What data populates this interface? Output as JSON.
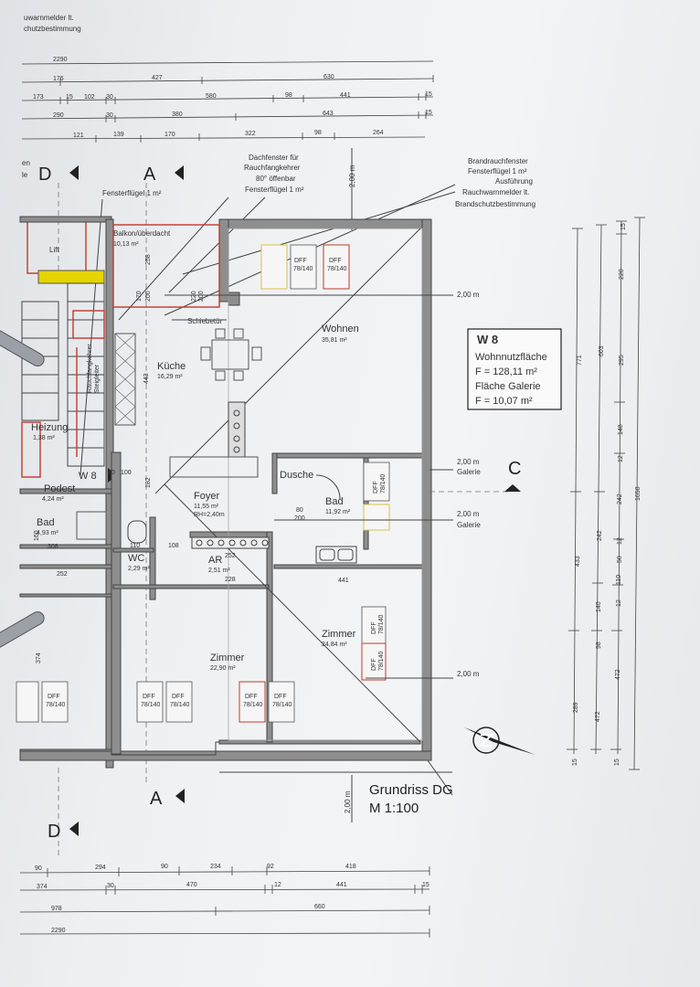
{
  "top_note": {
    "line1": "uwarnmelder lt.",
    "line2": "chutzbestimmung"
  },
  "top_dims": {
    "row1": [
      "2290"
    ],
    "row2": [
      "176",
      "427",
      "630"
    ],
    "row3": [
      "173",
      "15",
      "102",
      "30",
      "580",
      "98",
      "441",
      "15"
    ],
    "row4": [
      "290",
      "30",
      "380",
      "643",
      "15"
    ],
    "row5": [
      "121",
      "139",
      "170",
      "322",
      "98",
      "264"
    ]
  },
  "bottom_dims": {
    "row1": [
      "90",
      "294",
      "90",
      "234",
      "92",
      "418"
    ],
    "row2": [
      "374",
      "30",
      "470",
      "12",
      "441",
      "15"
    ],
    "row3": [
      "978",
      "660"
    ],
    "row4": [
      "2290"
    ]
  },
  "right_dims": {
    "col1": [
      "771",
      "433",
      "289",
      "15"
    ],
    "col2": [
      "603",
      "242",
      "140",
      "98",
      "472"
    ],
    "col3": [
      "15",
      "220",
      "295",
      "148",
      "12",
      "242",
      "12",
      "50",
      "110",
      "12",
      "472",
      "15"
    ],
    "col4": [
      "1650"
    ]
  },
  "annotations": {
    "dachfenster": [
      "Dachfenster für",
      "Rauchfangkehrer",
      "80° öffenbar",
      "Fensterflügel 1 m²"
    ],
    "brandrauch": [
      "Brandrauchfenster",
      "Fensterflügel 1 m²",
      "Ausführung",
      "Rauchwarnmelder lt.",
      "Brandschutzbestimmung"
    ],
    "fensterfluegel_left": "Fensterflügel 1 m²",
    "schiebetuer": "Schiebetür",
    "rauchfang": [
      "Rauchfangkehrer",
      "Steigleiter"
    ],
    "left_cut": [
      "en",
      "le"
    ]
  },
  "sections": {
    "a_top": "A",
    "a_bottom": "A",
    "d_top": "D",
    "d_bottom": "D",
    "c": "C"
  },
  "levels": {
    "l1": {
      "value": "2,00 m",
      "sub": ""
    },
    "l2": {
      "value": "2,00 m",
      "sub": "Galerie"
    },
    "l3": {
      "value": "2,00 m",
      "sub": "Galerie"
    },
    "l4": {
      "value": "2,00 m",
      "sub": ""
    },
    "vertical_top": "2,00 m",
    "vertical_bottom": "2,00 m"
  },
  "rooms": {
    "lift": {
      "name": "Lift",
      "area": ""
    },
    "balkon": {
      "name": "Balkon/überdacht",
      "area": "10,13 m²"
    },
    "wohnen": {
      "name": "Wohnen",
      "area": "35,81 m²"
    },
    "kueche": {
      "name": "Küche",
      "area": "16,29 m²"
    },
    "heizung": {
      "name": "Heizung",
      "area": "1,38 m²"
    },
    "podest": {
      "name": "Podest",
      "area": "4,24 m²"
    },
    "foyer": {
      "name": "Foyer",
      "area": "11,55 m²",
      "extra": "RH=2,40m"
    },
    "dusche": {
      "name": "Dusche",
      "area": ""
    },
    "bad_right": {
      "name": "Bad",
      "area": "11,92 m²"
    },
    "bad_left": {
      "name": "Bad",
      "area": "4,93 m²"
    },
    "wc": {
      "name": "WC",
      "area": "2,29 m²"
    },
    "ar": {
      "name": "AR",
      "area": "2,51 m²"
    },
    "zimmer_right": {
      "name": "Zimmer",
      "area": "24,84 m²"
    },
    "zimmer_left": {
      "name": "Zimmer",
      "area": "22,90 m²"
    }
  },
  "inner_dims": [
    "258",
    "170",
    "200",
    "220",
    "200",
    "443",
    "160",
    "308",
    "110",
    "108",
    "252",
    "228",
    "441",
    "252",
    "374",
    "80",
    "200",
    "30",
    "100",
    "182",
    "92"
  ],
  "unit_tag": "W 8",
  "window_label": {
    "line1": "DFF",
    "line2": "78/140"
  },
  "infobox": {
    "title": "W 8",
    "line1": "Wohnnutzfläche",
    "line2": "F = 128,11 m²",
    "line3": "Fläche Galerie",
    "line4": "F = 10,07 m²"
  },
  "plan_title": {
    "line1": "Grundriss DG",
    "line2": "M 1:100"
  },
  "colors": {
    "wall": "#8e8e8e",
    "accent_red": "#c0392b",
    "accent_yellow": "#e5d400",
    "line": "#444444"
  }
}
